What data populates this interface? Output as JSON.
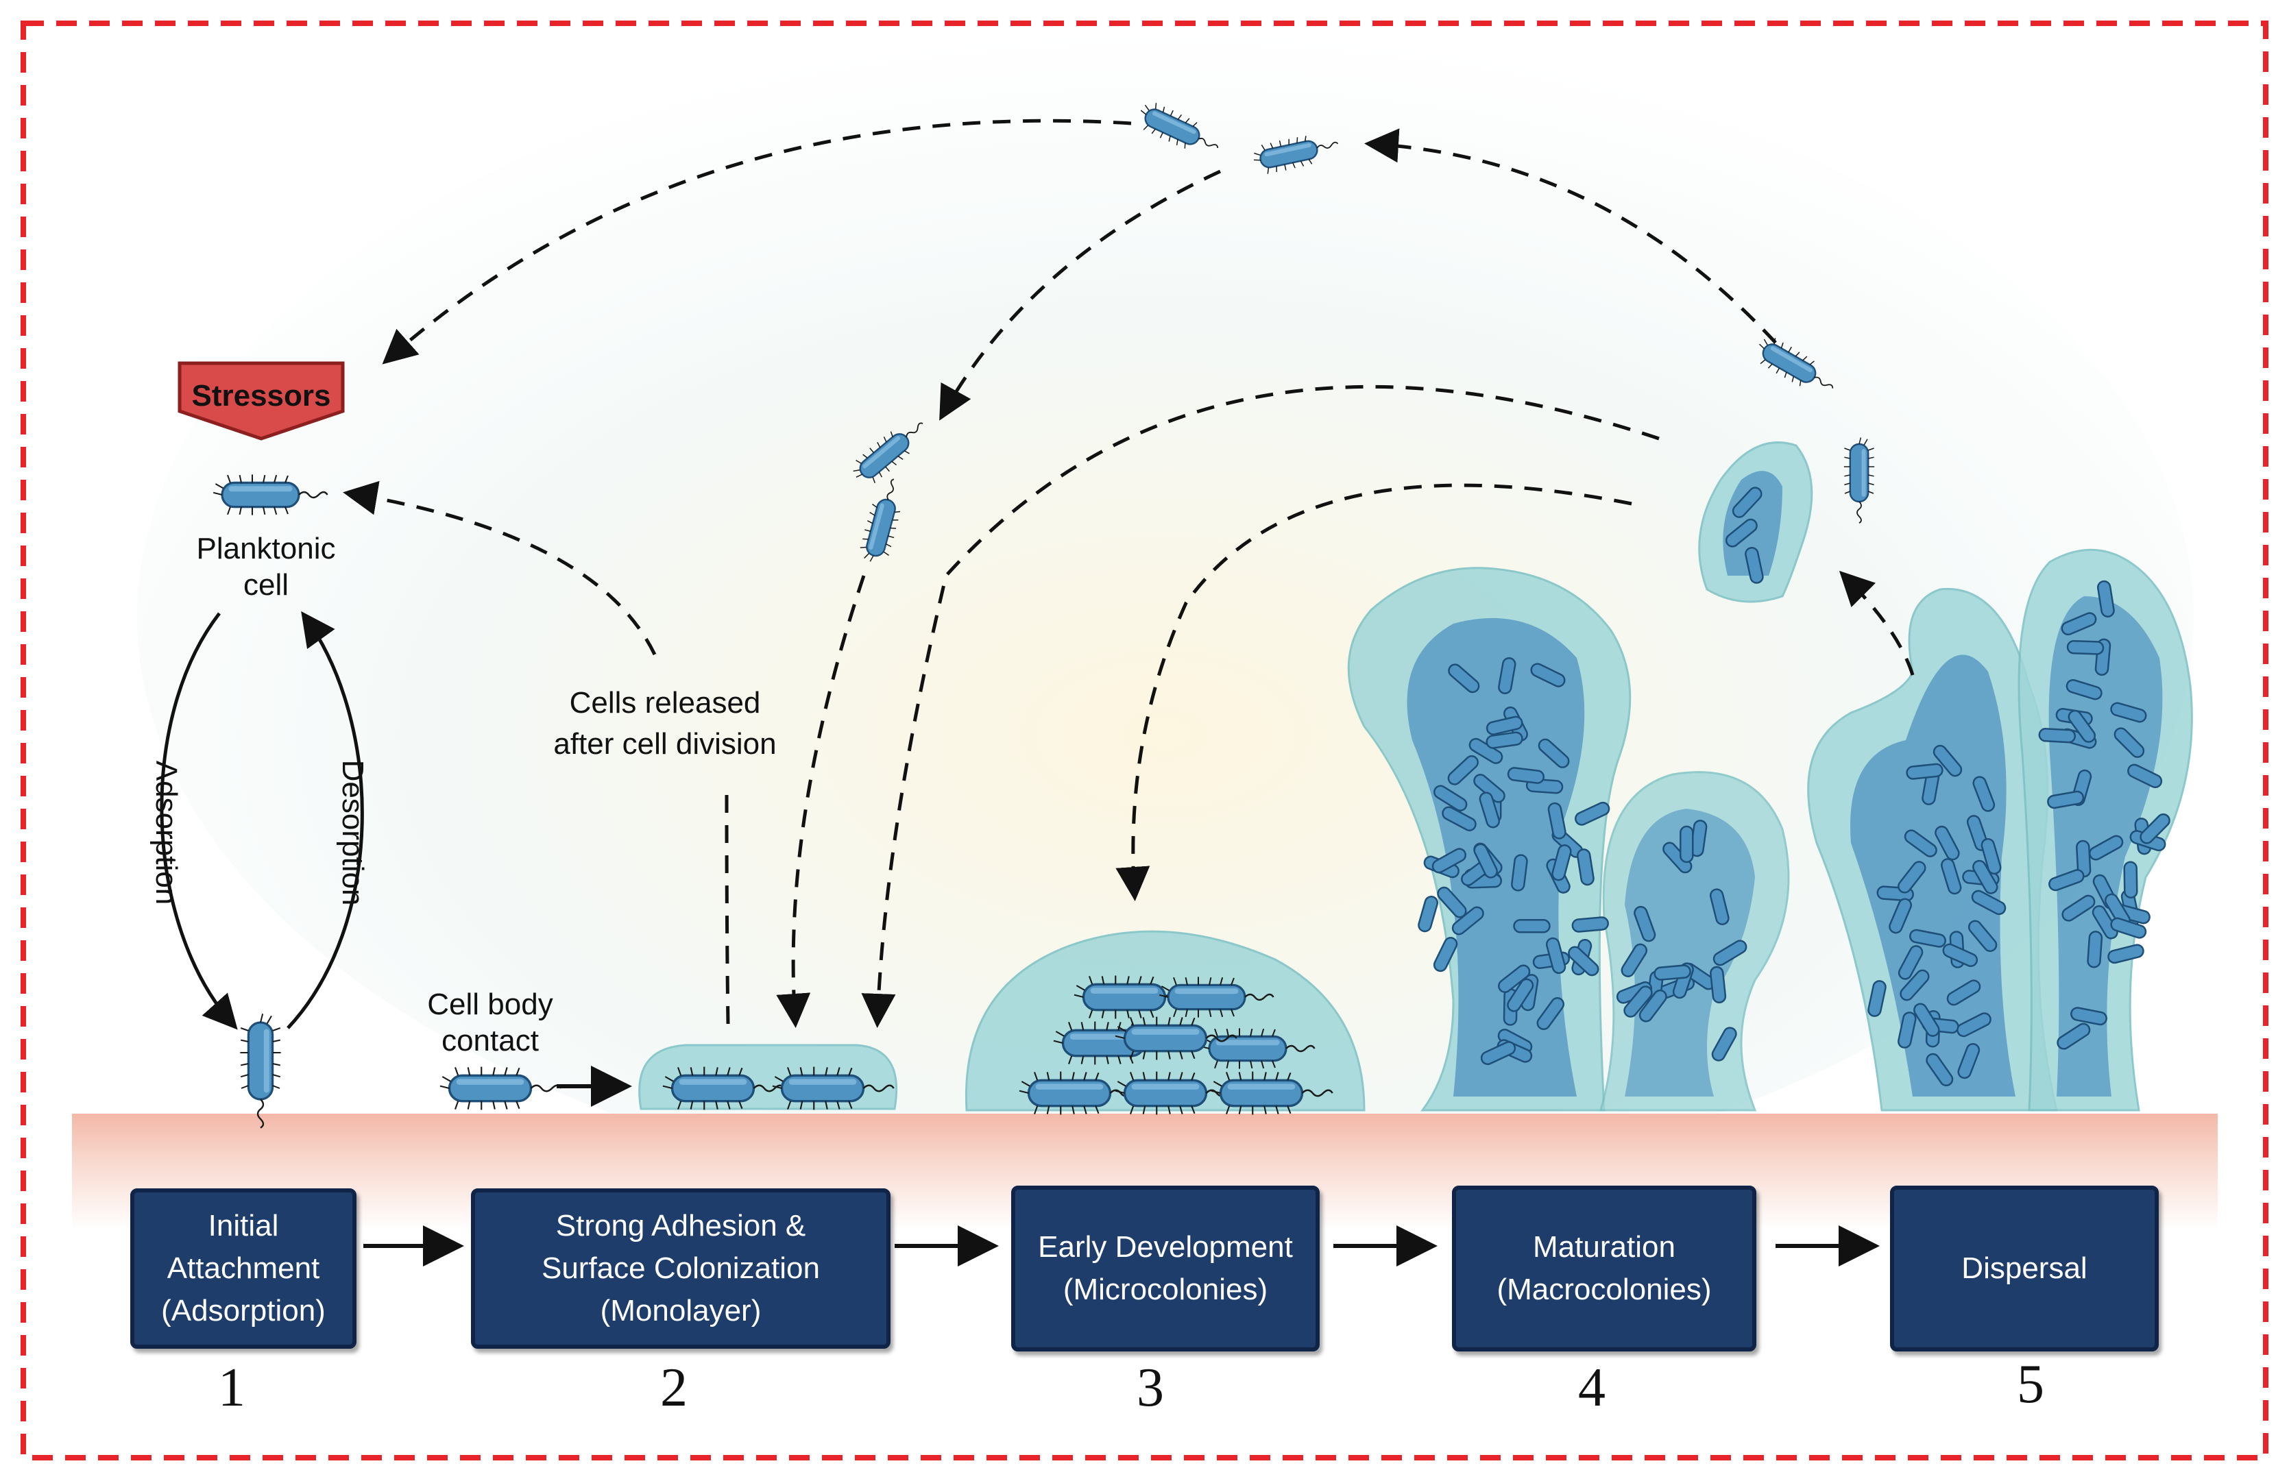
{
  "stressors_label": "Stressors",
  "planktonic_label": [
    "Planktonic",
    "cell"
  ],
  "adsorption_label": "Adsorption",
  "desorption_label": "Desorption",
  "cell_body_contact_label": [
    "Cell body",
    "contact"
  ],
  "cells_released_label": [
    "Cells released",
    "after cell division"
  ],
  "stages": [
    {
      "label": "Initial\nAttachment\n(Adsorption)",
      "number": "1"
    },
    {
      "label": "Strong Adhesion &\nSurface Colonization\n(Monolayer)",
      "number": "2"
    },
    {
      "label": "Early Development\n(Microcolonies)",
      "number": "3"
    },
    {
      "label": "Maturation\n(Macrocolonies)",
      "number": "4"
    },
    {
      "label": "Dispersal",
      "number": "5"
    }
  ],
  "colors": {
    "frame": "#e8232a",
    "stage_box": "#1f3d6b",
    "bacteria": "#4f93c2",
    "biofilm": "#9fd6d8",
    "surface": "#f6c3b4",
    "stressor": "#d94a4a"
  }
}
